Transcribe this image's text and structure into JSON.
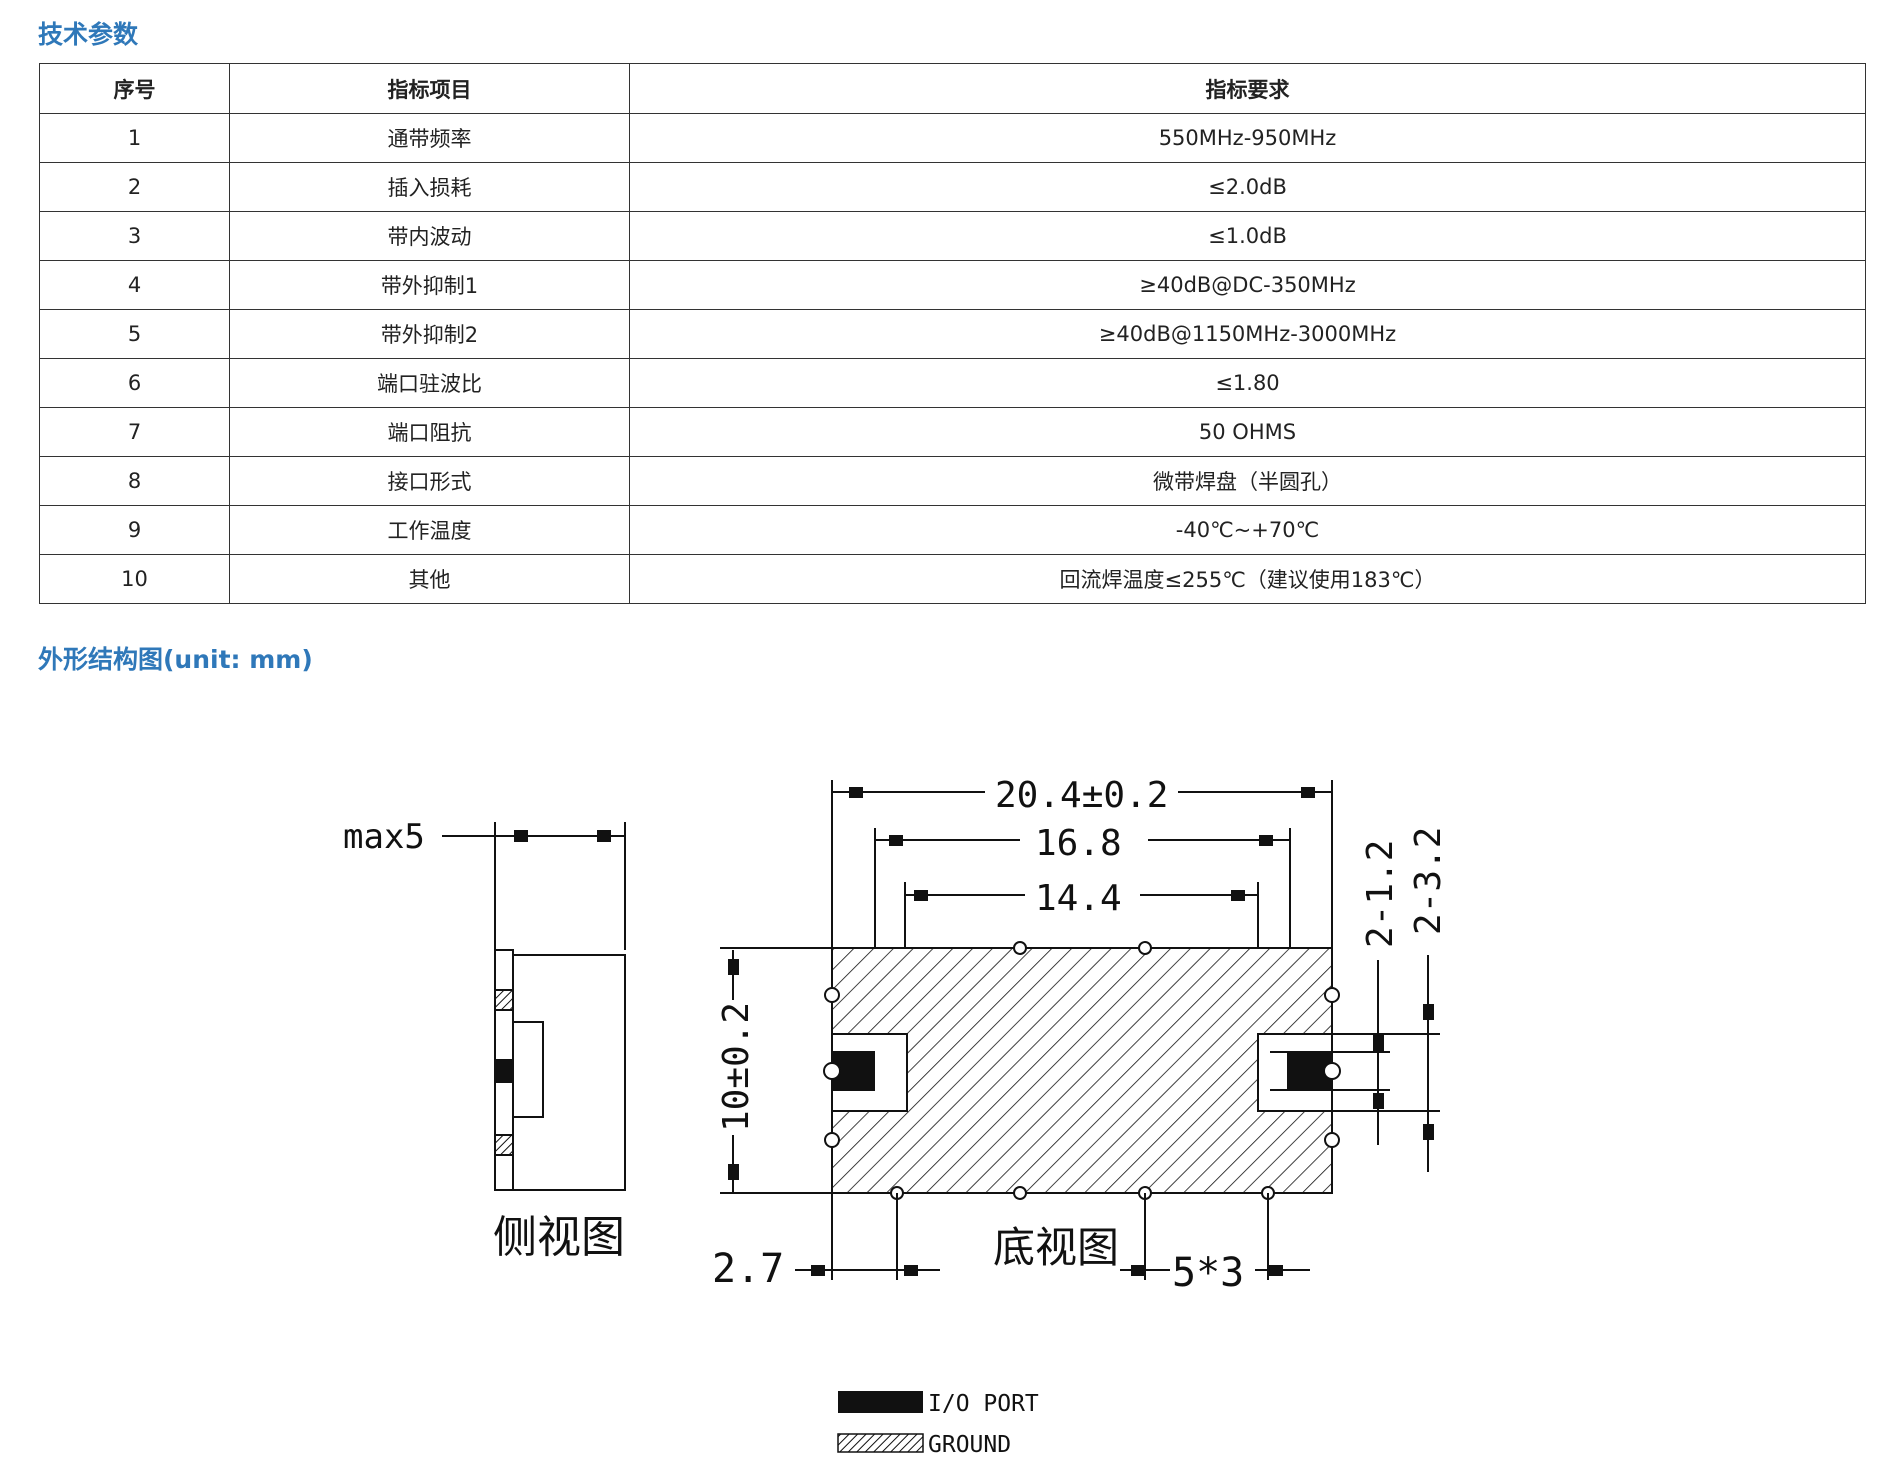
{
  "sections": {
    "specs_title": "技术参数",
    "outline_title": "外形结构图(unit: mm)"
  },
  "table": {
    "headers": [
      "序号",
      "指标项目",
      "指标要求"
    ],
    "rows": [
      {
        "no": "1",
        "item": "通带频率",
        "req": "550MHz-950MHz"
      },
      {
        "no": "2",
        "item": "插入损耗",
        "req": "≤2.0dB"
      },
      {
        "no": "3",
        "item": "带内波动",
        "req": "≤1.0dB"
      },
      {
        "no": "4",
        "item": "带外抑制1",
        "req": "≥40dB@DC-350MHz"
      },
      {
        "no": "5",
        "item": "带外抑制2",
        "req": "≥40dB@1150MHz-3000MHz"
      },
      {
        "no": "6",
        "item": "端口驻波比",
        "req": "≤1.80"
      },
      {
        "no": "7",
        "item": "端口阻抗",
        "req": "50 OHMS"
      },
      {
        "no": "8",
        "item": "接口形式",
        "req": "微带焊盘（半圆孔）"
      },
      {
        "no": "9",
        "item": "工作温度",
        "req": "-40℃~+70℃"
      },
      {
        "no": "10",
        "item": "其他",
        "req": "回流焊温度≤255℃（建议使用183℃）"
      }
    ]
  },
  "drawing": {
    "side_view_max": "max5",
    "side_view_caption": "侧视图",
    "bottom_view_caption": "底视图",
    "dim_length": "20.4±0.2",
    "dim_pad_outer": "16.8",
    "dim_pad_inner": "14.4",
    "dim_height": "10±0.2",
    "dim_port_1": "2-1.2",
    "dim_port_2": "2-3.2",
    "dim_edge": "2.7",
    "dim_hole_pitch": "5*3",
    "legend_io": "I/O PORT",
    "legend_ground": "GROUND"
  }
}
